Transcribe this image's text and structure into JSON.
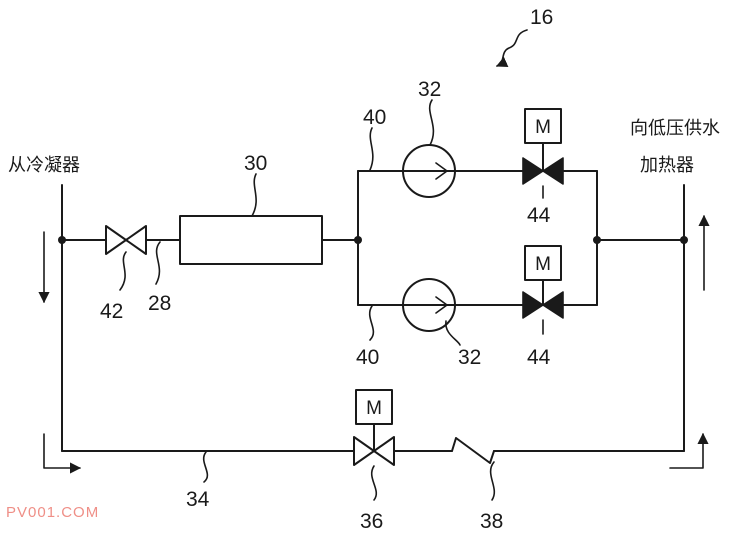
{
  "labels": {
    "inlet": "从冷凝器",
    "outlet_line1": "向低压供水",
    "outlet_line2": "加热器"
  },
  "motor_label": "M",
  "refs": {
    "system": "16",
    "line": "28",
    "unit": "30",
    "pump_top": "32",
    "pump_bottom": "32",
    "bypass": "34",
    "bypass_valve": "36",
    "check_valve": "38",
    "branch_top": "40",
    "branch_bottom": "40",
    "inlet_valve": "42",
    "valve_top": "44",
    "valve_bottom": "44"
  },
  "watermark": "PV001.COM"
}
